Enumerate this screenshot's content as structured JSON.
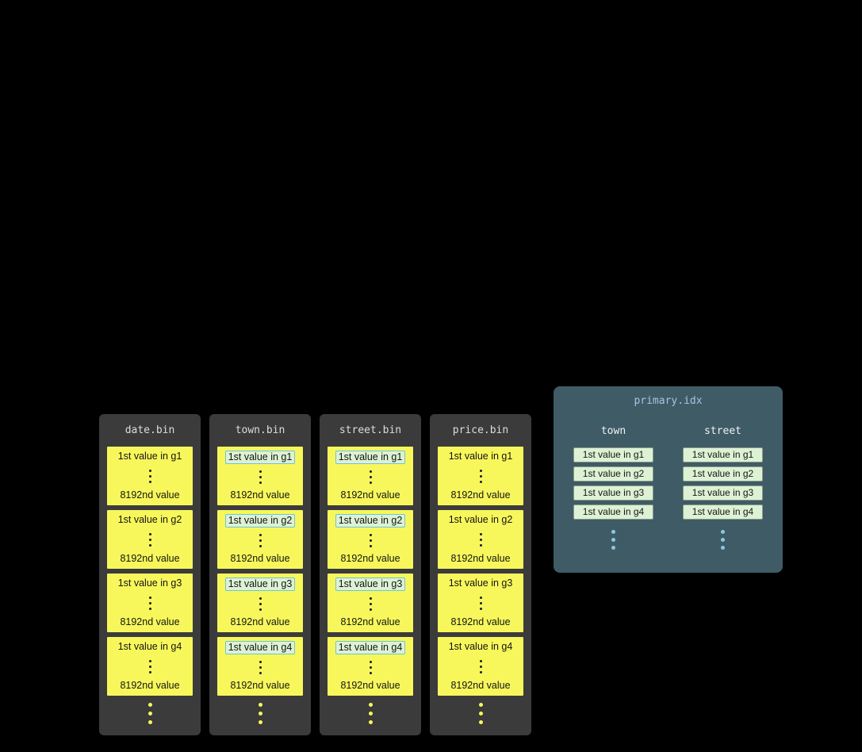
{
  "colors": {
    "background": "#000000",
    "bin_panel": "#3b3b3b",
    "granule_yellow": "#f7f75c",
    "highlight_bg": "#ddf2d4",
    "highlight_border": "#6cc5da",
    "index_panel": "#3f5b66",
    "index_title_text": "#a9c4e3",
    "index_entry_bg": "#ddf2d4",
    "index_entry_border": "#8a9a8a",
    "index_dots": "#8fc7dd"
  },
  "bin_columns": [
    {
      "title": "date.bin",
      "highlight": false,
      "granules": [
        {
          "first": "1st value in g1",
          "last": "8192nd value"
        },
        {
          "first": "1st value in g2",
          "last": "8192nd value"
        },
        {
          "first": "1st value in g3",
          "last": "8192nd value"
        },
        {
          "first": "1st value in g4",
          "last": "8192nd value"
        }
      ]
    },
    {
      "title": "town.bin",
      "highlight": true,
      "granules": [
        {
          "first": "1st value in g1",
          "last": "8192nd value"
        },
        {
          "first": "1st value in g2",
          "last": "8192nd value"
        },
        {
          "first": "1st value in g3",
          "last": "8192nd value"
        },
        {
          "first": "1st value in g4",
          "last": "8192nd value"
        }
      ]
    },
    {
      "title": "street.bin",
      "highlight": true,
      "granules": [
        {
          "first": "1st value in g1",
          "last": "8192nd value"
        },
        {
          "first": "1st value in g2",
          "last": "8192nd value"
        },
        {
          "first": "1st value in g3",
          "last": "8192nd value"
        },
        {
          "first": "1st value in g4",
          "last": "8192nd value"
        }
      ]
    },
    {
      "title": "price.bin",
      "highlight": false,
      "granules": [
        {
          "first": "1st value in g1",
          "last": "8192nd value"
        },
        {
          "first": "1st value in g2",
          "last": "8192nd value"
        },
        {
          "first": "1st value in g3",
          "last": "8192nd value"
        },
        {
          "first": "1st value in g4",
          "last": "8192nd value"
        }
      ]
    }
  ],
  "index_panel": {
    "title": "primary.idx",
    "columns": [
      {
        "header": "town",
        "entries": [
          "1st value in g1",
          "1st value in g2",
          "1st value in g3",
          "1st value in g4"
        ]
      },
      {
        "header": "street",
        "entries": [
          "1st value in g1",
          "1st value in g2",
          "1st value in g3",
          "1st value in g4"
        ]
      }
    ]
  }
}
